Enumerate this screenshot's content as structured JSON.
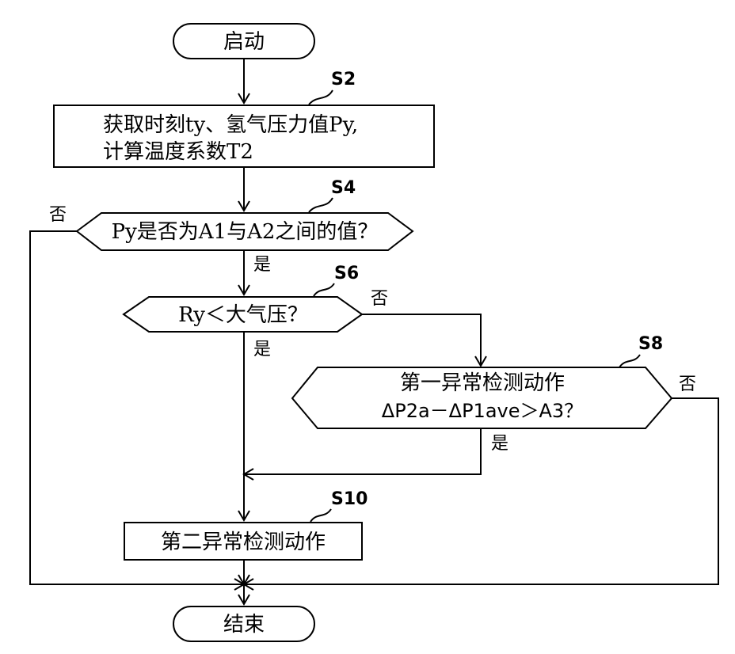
{
  "start": {
    "label": "启动"
  },
  "end": {
    "label": "结束"
  },
  "s2": {
    "step": "S2",
    "line1": "获取时刻ty、氢气压力值Py,",
    "line2": "计算温度系数T2"
  },
  "s4": {
    "step": "S4",
    "question": "Py是否为A1与A2之间的值？",
    "yes": "是",
    "no": "否"
  },
  "s6": {
    "step": "S6",
    "question": "Ry＜大气压？",
    "yes": "是",
    "no": "否"
  },
  "s8": {
    "step": "S8",
    "line1": "第一异常检测动作",
    "line2": "ΔP2a－ΔP1ave＞A3？",
    "yes": "是",
    "no": "否"
  },
  "s10": {
    "step": "S10",
    "label": "第二异常检测动作"
  }
}
